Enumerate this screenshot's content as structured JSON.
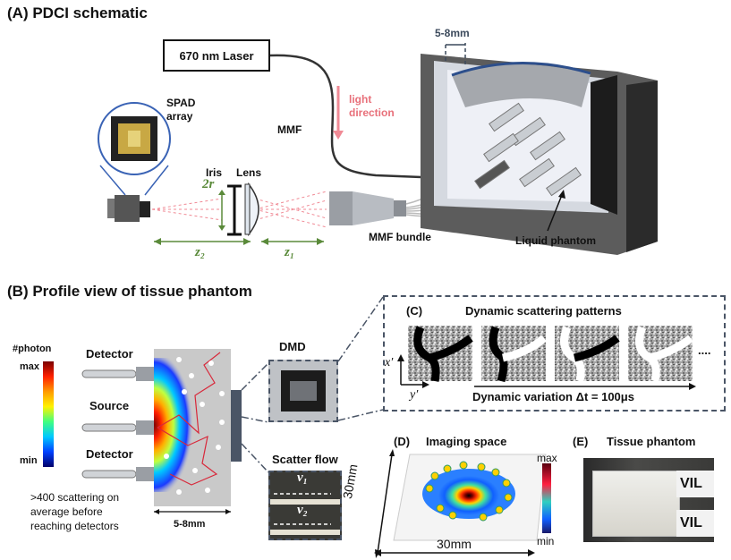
{
  "panel_a": {
    "title": "(A)  PDCI schematic",
    "laser": "670 nm Laser",
    "mmf": "MMF",
    "light_direction": "light\ndirection",
    "spad": "SPAD\narray",
    "iris": "Iris",
    "lens": "Lens",
    "two_r": "2r",
    "z2": "z₂",
    "z1": "z₁",
    "mmf_bundle": "MMF bundle",
    "liquid_phantom": "Liquid phantom",
    "thickness": "5-8mm"
  },
  "panel_b": {
    "title": "(B)  Profile view of tissue phantom",
    "photon_label": "#photon",
    "colorbar_max": "max",
    "colorbar_min": "min",
    "detector_top": "Detector",
    "source": "Source",
    "detector_bottom": "Detector",
    "scatter_note": ">400 scattering on\naverage before\nreaching detectors",
    "width": "5-8mm",
    "dmd": "DMD",
    "scatter_flow": "Scatter flow",
    "v1": "v₁",
    "v2": "v₂"
  },
  "panel_c": {
    "title": "(C)",
    "heading": "Dynamic scattering patterns",
    "x_axis": "x′",
    "y_axis": "y′",
    "ellipsis": "....",
    "variation": "Dynamic variation Δt = 100μs"
  },
  "panel_d": {
    "title": "(D)",
    "heading": "Imaging space",
    "y_dim": "30mm",
    "x_dim": "30mm",
    "max": "max",
    "min": "min"
  },
  "panel_e": {
    "title": "(E)",
    "heading": "Tissue phantom",
    "label_text": "VIL"
  },
  "colors": {
    "laser_beam": "#f08a95",
    "dimension": "#5a8a3a",
    "dashed": "#4a5566",
    "phantom_gray": "#c9c9c9"
  }
}
